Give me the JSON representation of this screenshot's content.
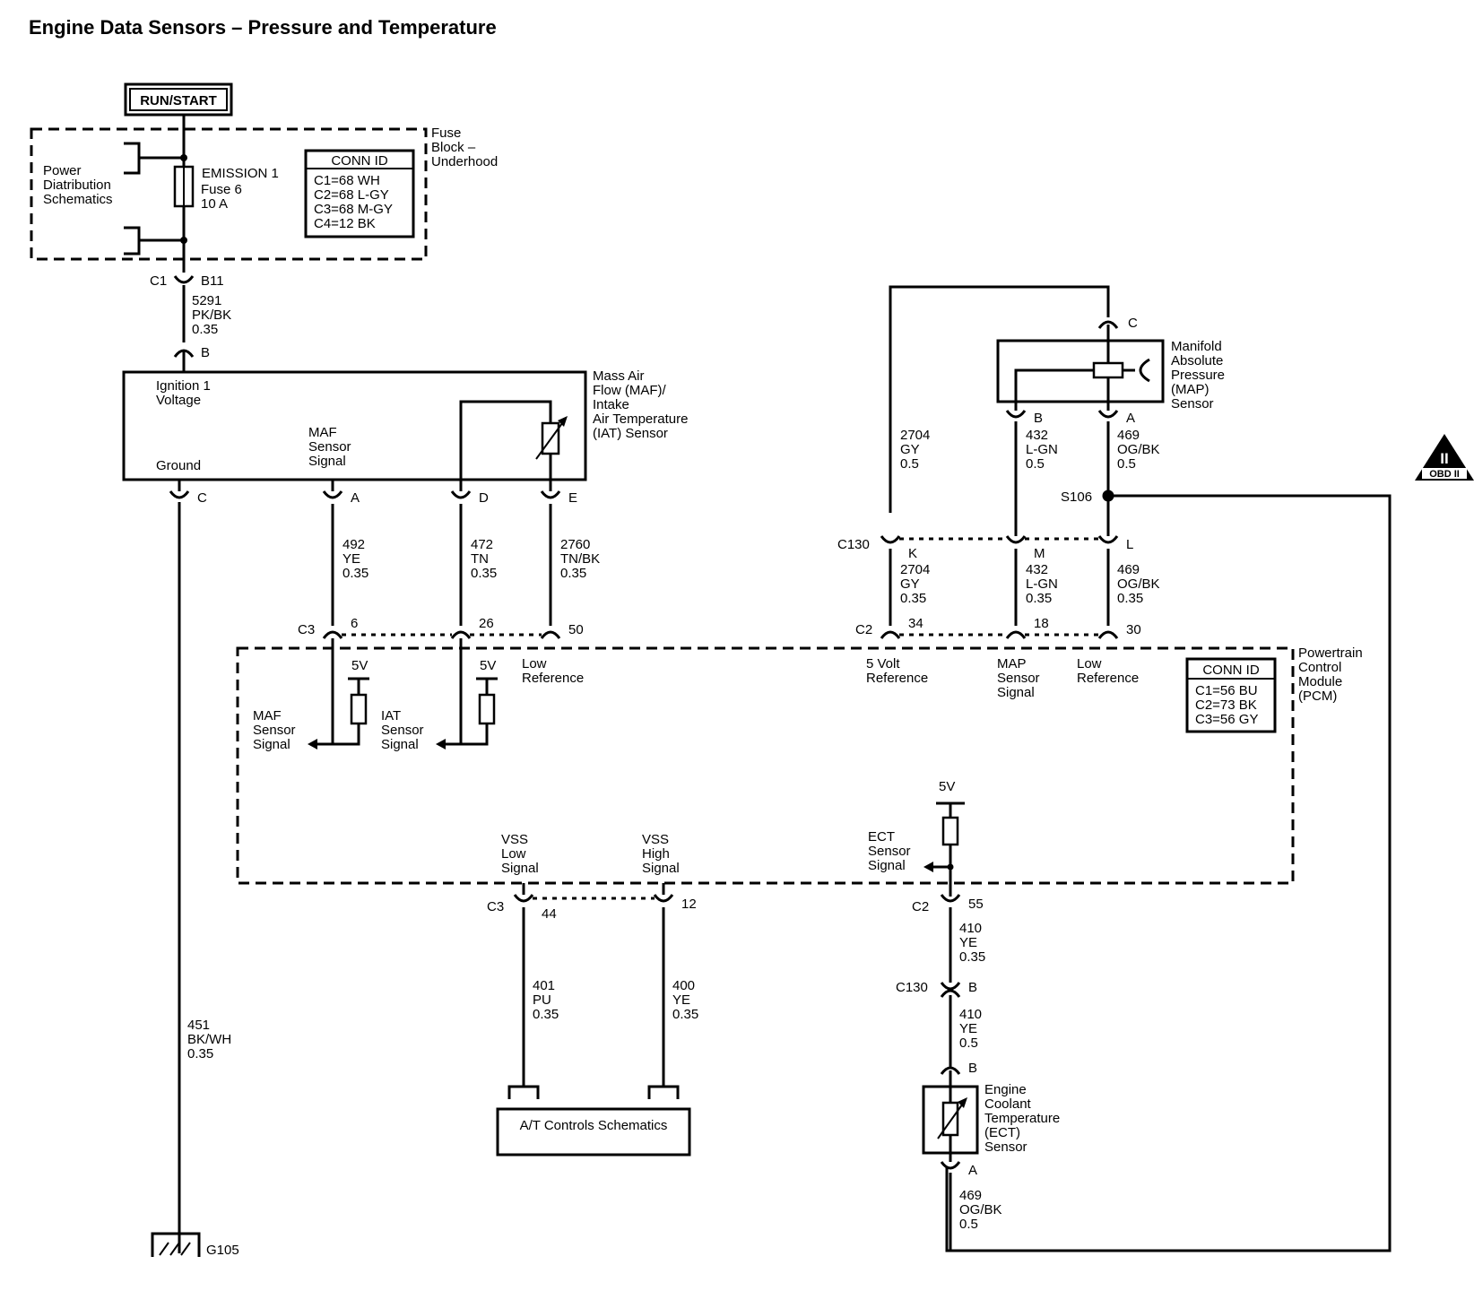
{
  "title": "Engine Data Sensors – Pressure and Temperature",
  "power": {
    "run_start": "RUN/START",
    "power_dist": [
      "Power",
      "Diatribution",
      "Schematics"
    ],
    "fuse_name": "EMISSION 1",
    "fuse_num": "Fuse 6",
    "fuse_amp": "10 A",
    "fuse_block": [
      "Fuse",
      "Block –",
      "Underhood"
    ],
    "conn_title": "CONN ID",
    "conn_lines": [
      "C1=68 WH",
      "C2=68 L-GY",
      "C3=68 M-GY",
      "C4=12 BK"
    ]
  },
  "fb_connector": {
    "conn": "C1",
    "pin": "B11"
  },
  "feed_wire": [
    "5291",
    "PK/BK",
    "0.35"
  ],
  "maf_sensor": {
    "name": [
      "Mass Air",
      "Flow (MAF)/",
      "Intake",
      "Air Temperature",
      "(IAT) Sensor"
    ],
    "pin_b": "B",
    "ign": [
      "Ignition 1",
      "Voltage"
    ],
    "sig": [
      "MAF",
      "Sensor",
      "Signal"
    ],
    "ground": "Ground",
    "pins": {
      "c": "C",
      "a": "A",
      "d": "D",
      "e": "E"
    }
  },
  "maf_wires": {
    "a": [
      "492",
      "YE",
      "0.35"
    ],
    "d": [
      "472",
      "TN",
      "0.35"
    ],
    "e": [
      "2760",
      "TN/BK",
      "0.35"
    ]
  },
  "ground_wire": [
    "451",
    "BK/WH",
    "0.35"
  ],
  "ground_id": "G105",
  "map_sensor": {
    "name": [
      "Manifold",
      "Absolute",
      "Pressure",
      "(MAP)",
      "Sensor"
    ],
    "pins": {
      "c": "C",
      "b": "B",
      "a": "A"
    }
  },
  "map_wires": {
    "gy": [
      "2704",
      "GY",
      "0.5"
    ],
    "lgn": [
      "432",
      "L-GN",
      "0.5"
    ],
    "og": [
      "469",
      "OG/BK",
      "0.5"
    ]
  },
  "splice": "S106",
  "c130_top": {
    "conn": "C130",
    "k": "K",
    "m": "M",
    "l": "L"
  },
  "c130_wires": {
    "gy": [
      "2704",
      "GY",
      "0.35"
    ],
    "lgn": [
      "432",
      "L-GN",
      "0.35"
    ],
    "og": [
      "469",
      "OG/BK",
      "0.35"
    ]
  },
  "pcm_top_pins": {
    "c3": "C3",
    "p6": "6",
    "p26": "26",
    "p50": "50",
    "c2": "C2",
    "p34": "34",
    "p18": "18",
    "p30": "30"
  },
  "pcm": {
    "name": [
      "Powertrain",
      "Control",
      "Module",
      "(PCM)"
    ],
    "conn_title": "CONN ID",
    "conn_lines": [
      "C1=56 BU",
      "C2=73 BK",
      "C3=56 GY"
    ],
    "v5": "5V",
    "maf_sig": [
      "MAF",
      "Sensor",
      "Signal"
    ],
    "iat_sig": [
      "IAT",
      "Sensor",
      "Signal"
    ],
    "low_ref": [
      "Low",
      "Reference"
    ],
    "five_ref": [
      "5 Volt",
      "Reference"
    ],
    "map_sig": [
      "MAP",
      "Sensor",
      "Signal"
    ],
    "vss_low": [
      "VSS",
      "Low",
      "Signal"
    ],
    "vss_high": [
      "VSS",
      "High",
      "Signal"
    ],
    "ect_sig": [
      "ECT",
      "Sensor",
      "Signal"
    ]
  },
  "pcm_bottom_pins": {
    "c3": "C3",
    "p44": "44",
    "p12": "12",
    "c2": "C2",
    "p55": "55"
  },
  "vss_wires": {
    "low": [
      "401",
      "PU",
      "0.35"
    ],
    "high": [
      "400",
      "YE",
      "0.35"
    ]
  },
  "at_controls": "A/T Controls Schematics",
  "ect_wire1": [
    "410",
    "YE",
    "0.35"
  ],
  "ect_c130": {
    "conn": "C130",
    "pin": "B"
  },
  "ect_wire2": [
    "410",
    "YE",
    "0.5"
  ],
  "ect_sensor": {
    "pin_b": "B",
    "name": [
      "Engine",
      "Coolant",
      "Temperature",
      "(ECT)",
      "Sensor"
    ],
    "pin_a": "A"
  },
  "ect_wire3": [
    "469",
    "OG/BK",
    "0.5"
  ],
  "obd": {
    "roman": "II",
    "text": "OBD II"
  }
}
